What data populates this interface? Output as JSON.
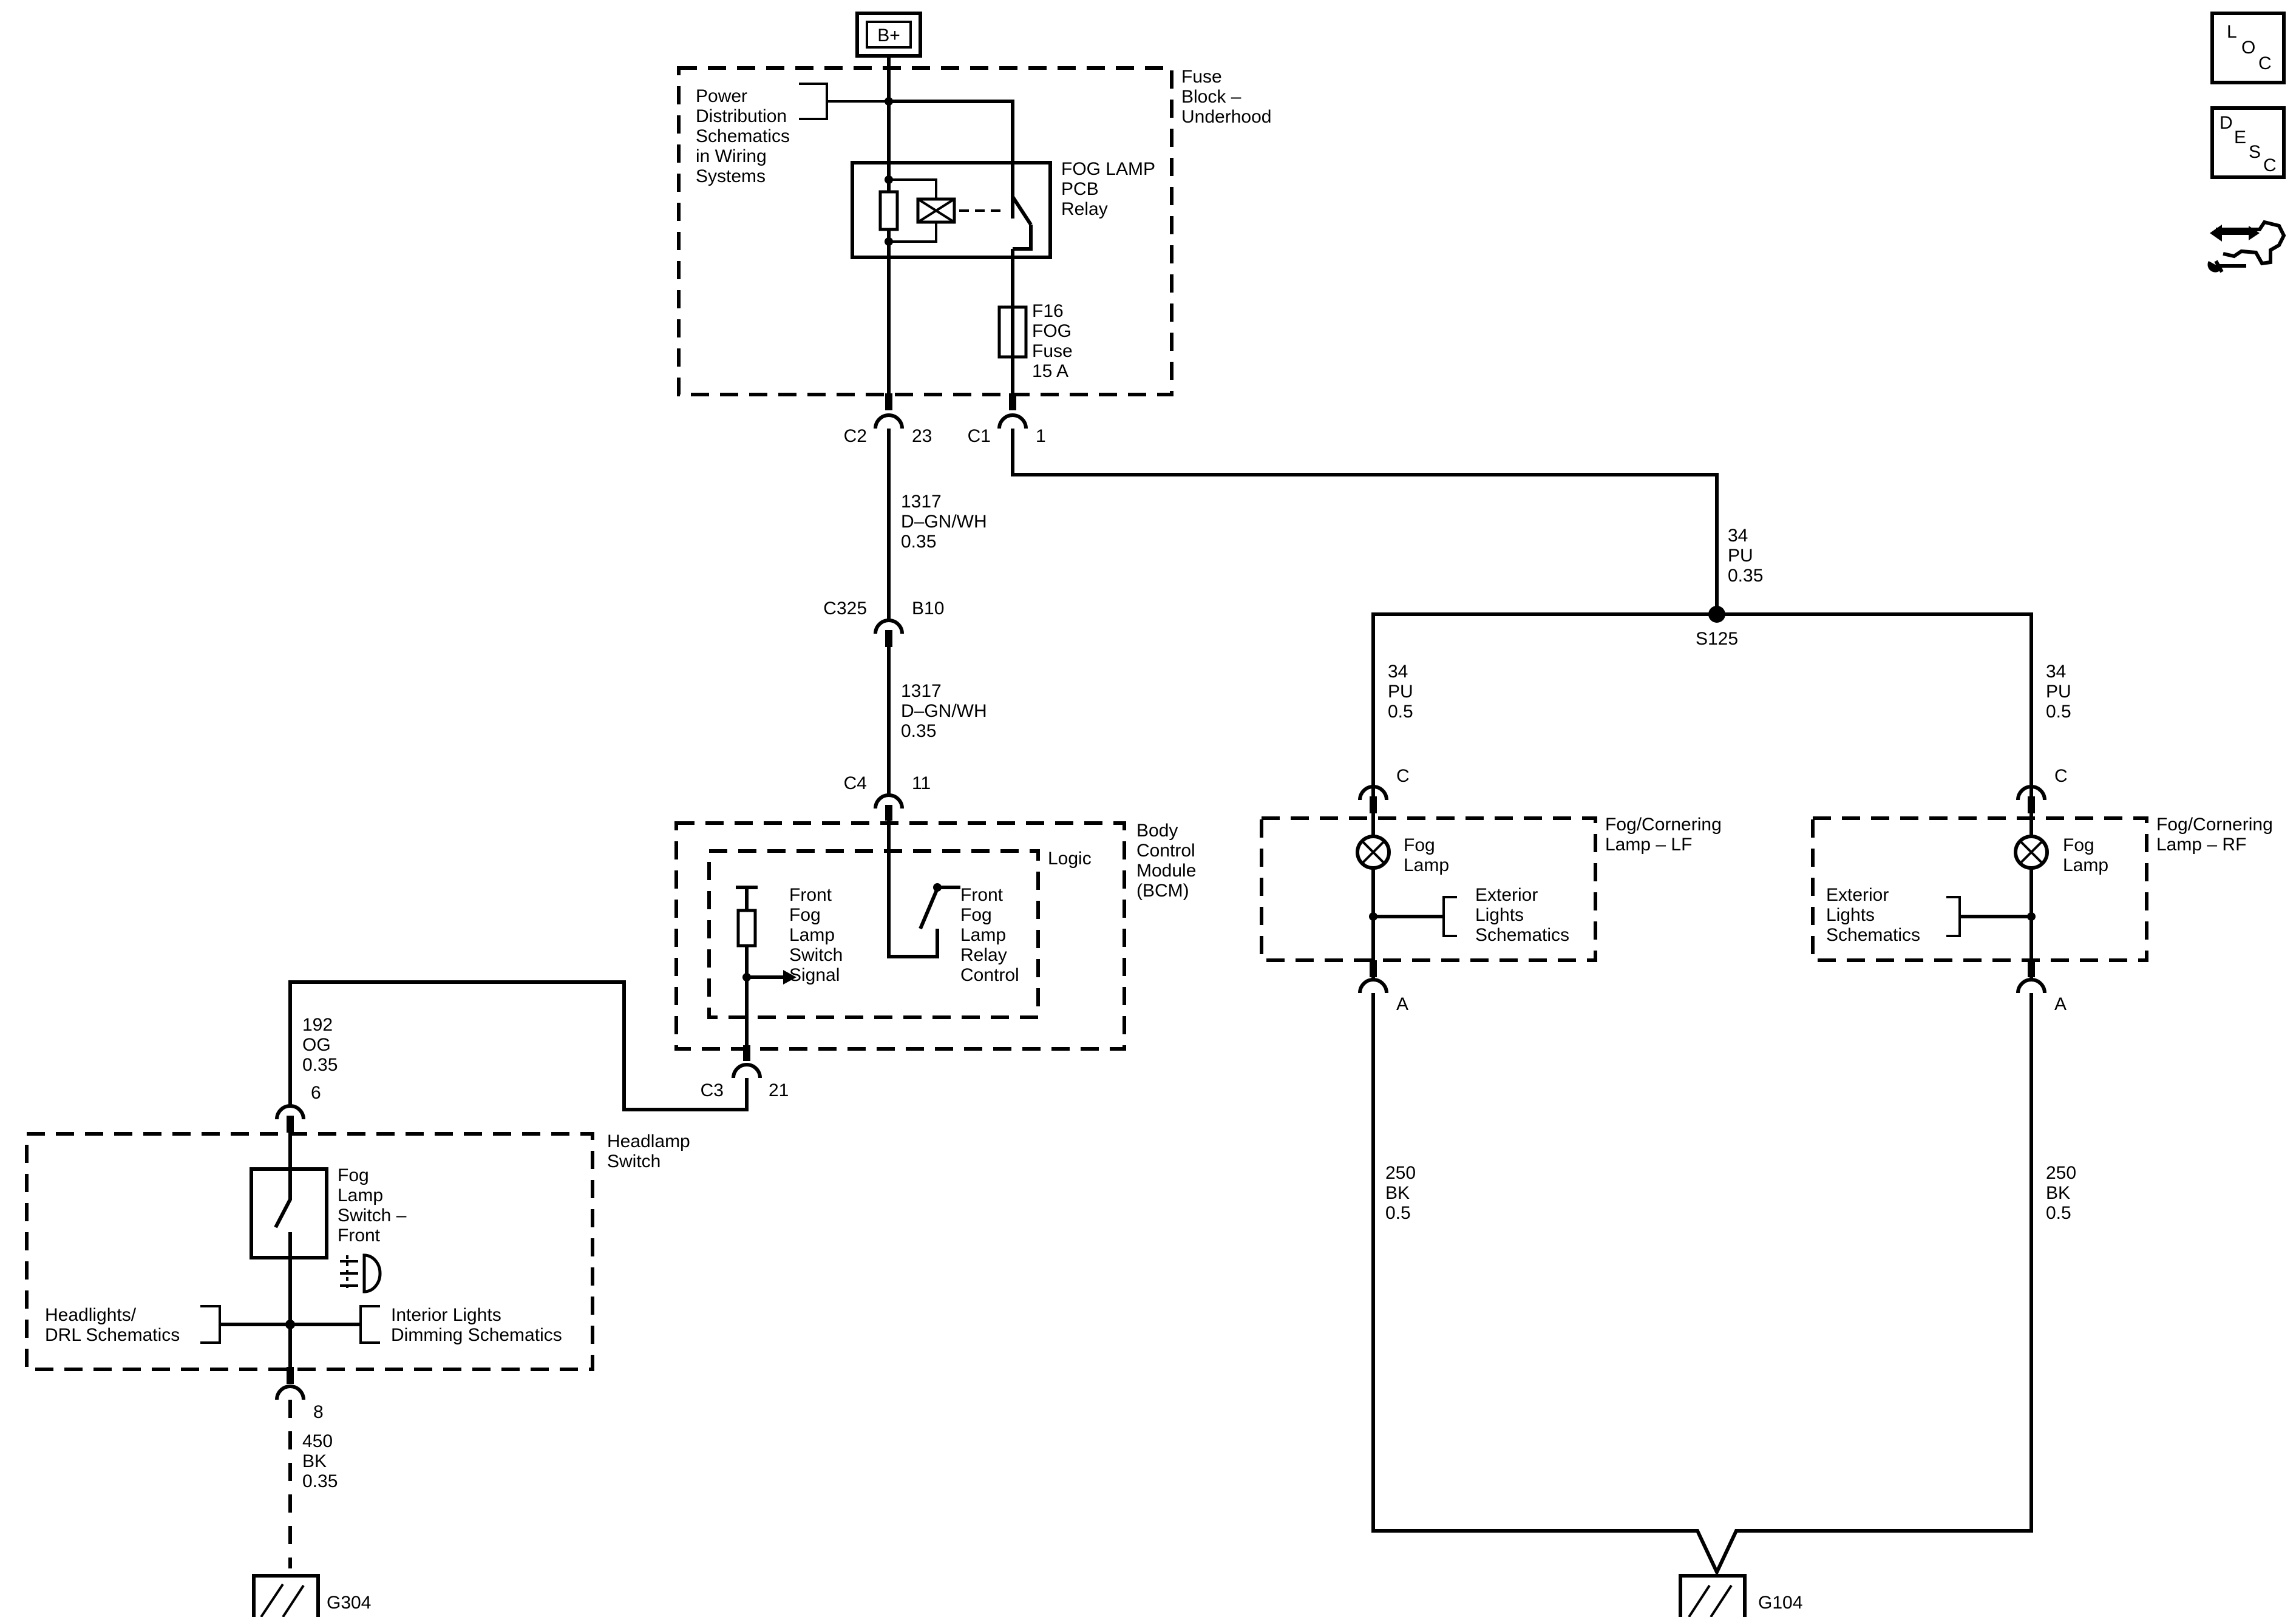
{
  "battery": "B+",
  "fuse_block": {
    "title": [
      "Fuse",
      "Block –",
      "Underhood"
    ],
    "note": [
      "Power",
      "Distribution",
      "Schematics",
      "in Wiring",
      "Systems"
    ],
    "relay": [
      "FOG LAMP",
      "PCB",
      "Relay"
    ],
    "fuse": [
      "F16",
      "FOG",
      "Fuse",
      "15 A"
    ]
  },
  "connectors": {
    "c2": "C2",
    "c2_pin": "23",
    "c1": "C1",
    "c1_pin": "1",
    "c325": "C325",
    "c325_pin": "B10",
    "c4": "C4",
    "c4_pin": "11",
    "c3": "C3",
    "c3_pin": "21",
    "hs_top_pin": "6",
    "hs_bottom_pin": "8",
    "lf_top": "C",
    "lf_bottom": "A",
    "rf_top": "C",
    "rf_bottom": "A"
  },
  "wires": {
    "w1317a": [
      "1317",
      "D–GN/WH",
      "0.35"
    ],
    "w1317b": [
      "1317",
      "D–GN/WH",
      "0.35"
    ],
    "w34_main": [
      "34",
      "PU",
      "0.35"
    ],
    "w34_lf": [
      "34",
      "PU",
      "0.5"
    ],
    "w34_rf": [
      "34",
      "PU",
      "0.5"
    ],
    "w192": [
      "192",
      "OG",
      "0.35"
    ],
    "w450": [
      "450",
      "BK",
      "0.35"
    ],
    "w250_lf": [
      "250",
      "BK",
      "0.5"
    ],
    "w250_rf": [
      "250",
      "BK",
      "0.5"
    ]
  },
  "splice": "S125",
  "bcm": {
    "title": [
      "Body",
      "Control",
      "Module",
      "(BCM)"
    ],
    "logic": "Logic",
    "switch_signal": [
      "Front",
      "Fog",
      "Lamp",
      "Switch",
      "Signal"
    ],
    "relay_control": [
      "Front",
      "Fog",
      "Lamp",
      "Relay",
      "Control"
    ]
  },
  "headlamp_switch": {
    "title": [
      "Headlamp",
      "Switch"
    ],
    "fog_switch": [
      "Fog",
      "Lamp",
      "Switch –",
      "Front"
    ],
    "left_ref": [
      "Headlights/",
      "DRL Schematics"
    ],
    "right_ref": [
      "Interior Lights",
      "Dimming Schematics"
    ]
  },
  "lamp_lf": {
    "title": [
      "Fog/Cornering",
      "Lamp – LF"
    ],
    "bulb": [
      "Fog",
      "Lamp"
    ],
    "ref": [
      "Exterior",
      "Lights",
      "Schematics"
    ]
  },
  "lamp_rf": {
    "title": [
      "Fog/Cornering",
      "Lamp – RF"
    ],
    "bulb": [
      "Fog",
      "Lamp"
    ],
    "ref": [
      "Exterior",
      "Lights",
      "Schematics"
    ]
  },
  "grounds": {
    "g304": "G304",
    "g104": "G104"
  },
  "icons": {
    "loc": [
      "L",
      "O",
      "C"
    ],
    "desc": [
      "D",
      "E",
      "S",
      "C"
    ],
    "connector_icon": "connector-end-view-icon"
  }
}
